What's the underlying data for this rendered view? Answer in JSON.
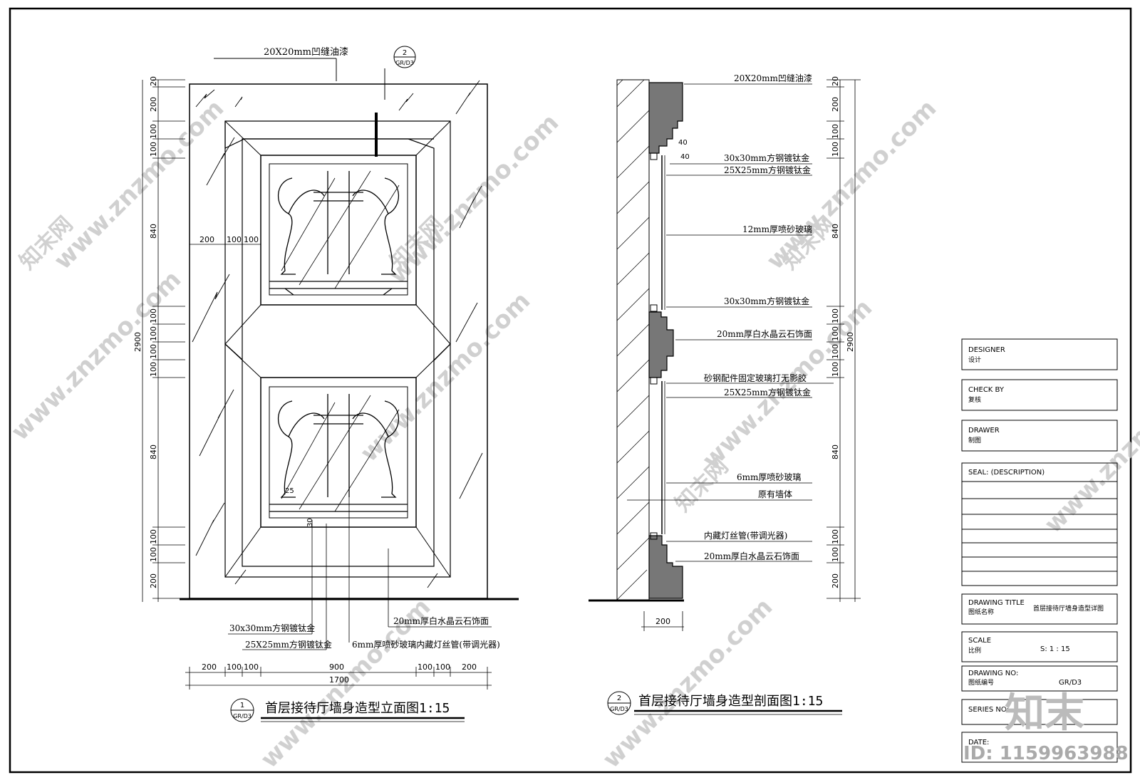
{
  "elevation": {
    "title": "首层接待厅墙身造型立面图1:15",
    "ref_num": "1",
    "ref_sheet": "GR/D3",
    "section_mark_num": "2",
    "section_mark_sheet": "GR/D3",
    "top_note": "20X20mm凹缝油漆",
    "callouts": [
      "30x30mm方钢镀钛金",
      "25X25mm方钢镀钛金",
      "20mm厚白水晶云石饰面",
      "6mm厚喷砂玻璃内藏灯丝管(带调光器)"
    ],
    "dims_left": [
      "20",
      "200",
      "100",
      "100",
      "840",
      "100",
      "100",
      "100",
      "100",
      "840",
      "100",
      "100",
      "200"
    ],
    "dim_total_height": "2900",
    "dims_inner_horizontal": [
      "200",
      "100",
      "100"
    ],
    "dims_bottom": [
      "200",
      "100",
      "100",
      "900",
      "100",
      "100",
      "200"
    ],
    "dim_total_width": "1700",
    "small_dims": [
      "25",
      "30"
    ]
  },
  "section": {
    "title": "首层接待厅墙身造型剖面图1:15",
    "ref_num": "2",
    "ref_sheet": "GR/D3",
    "labels": [
      "20X20mm凹缝油漆",
      "30x30mm方钢镀钛金",
      "25X25mm方钢镀钛金",
      "12mm厚喷砂玻璃",
      "30x30mm方钢镀钛金",
      "20mm厚白水晶云石饰面",
      "砂钢配件固定玻璃打无影胶",
      "25X25mm方钢镀钛金",
      "6mm厚喷砂玻璃",
      "原有墙体",
      "内藏灯丝管(带调光器)",
      "20mm厚白水晶云石饰面"
    ],
    "dims_right": [
      "20",
      "200",
      "100",
      "100",
      "840",
      "100",
      "100",
      "100",
      "100",
      "840",
      "100",
      "100",
      "200"
    ],
    "dim_total_height": "2900",
    "dim_small": [
      "40",
      "40"
    ],
    "dim_bottom": "200"
  },
  "title_block": {
    "designer_en": "DESIGNER",
    "designer_cn": "设计",
    "check_en": "CHECK BY",
    "check_cn": "复核",
    "drawer_en": "DRAWER",
    "drawer_cn": "制图",
    "seal": "SEAL: (DESCRIPTION)",
    "drawing_title_en": "DRAWING  TITLE",
    "drawing_title_cn": "图纸名称",
    "drawing_title_value": "首层接待厅墙身造型详图",
    "scale_en": "SCALE",
    "scale_cn": "比例",
    "scale_value": "S:    1 : 15",
    "drawing_no_en": "DRAWING        NO:",
    "drawing_no_cn": "图纸编号",
    "drawing_no_value": "GR/D3",
    "series_en": "SERIES  NO:",
    "date_en": "DATE:"
  },
  "watermark": {
    "site": "www.znzmo.com",
    "brand": "知末网",
    "logo": "知末",
    "id_text": "ID: 1159963988"
  }
}
